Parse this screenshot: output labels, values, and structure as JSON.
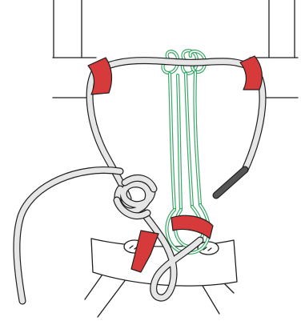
{
  "colors": {
    "background": "#ffffff",
    "outline": "#1e1e1e",
    "rope_fill": "#e6e6e6",
    "rope_end": "#555555",
    "sling": "#3aa766",
    "tape": "#d73a3a",
    "structure": "#ffffff"
  },
  "elements": {
    "rope": "grey-rope",
    "sling": "green-sling",
    "tape_markers": [
      "red-tape-left",
      "red-tape-right",
      "red-tape-lower-left",
      "red-tape-center"
    ],
    "knot": "figure-eight-knot"
  }
}
